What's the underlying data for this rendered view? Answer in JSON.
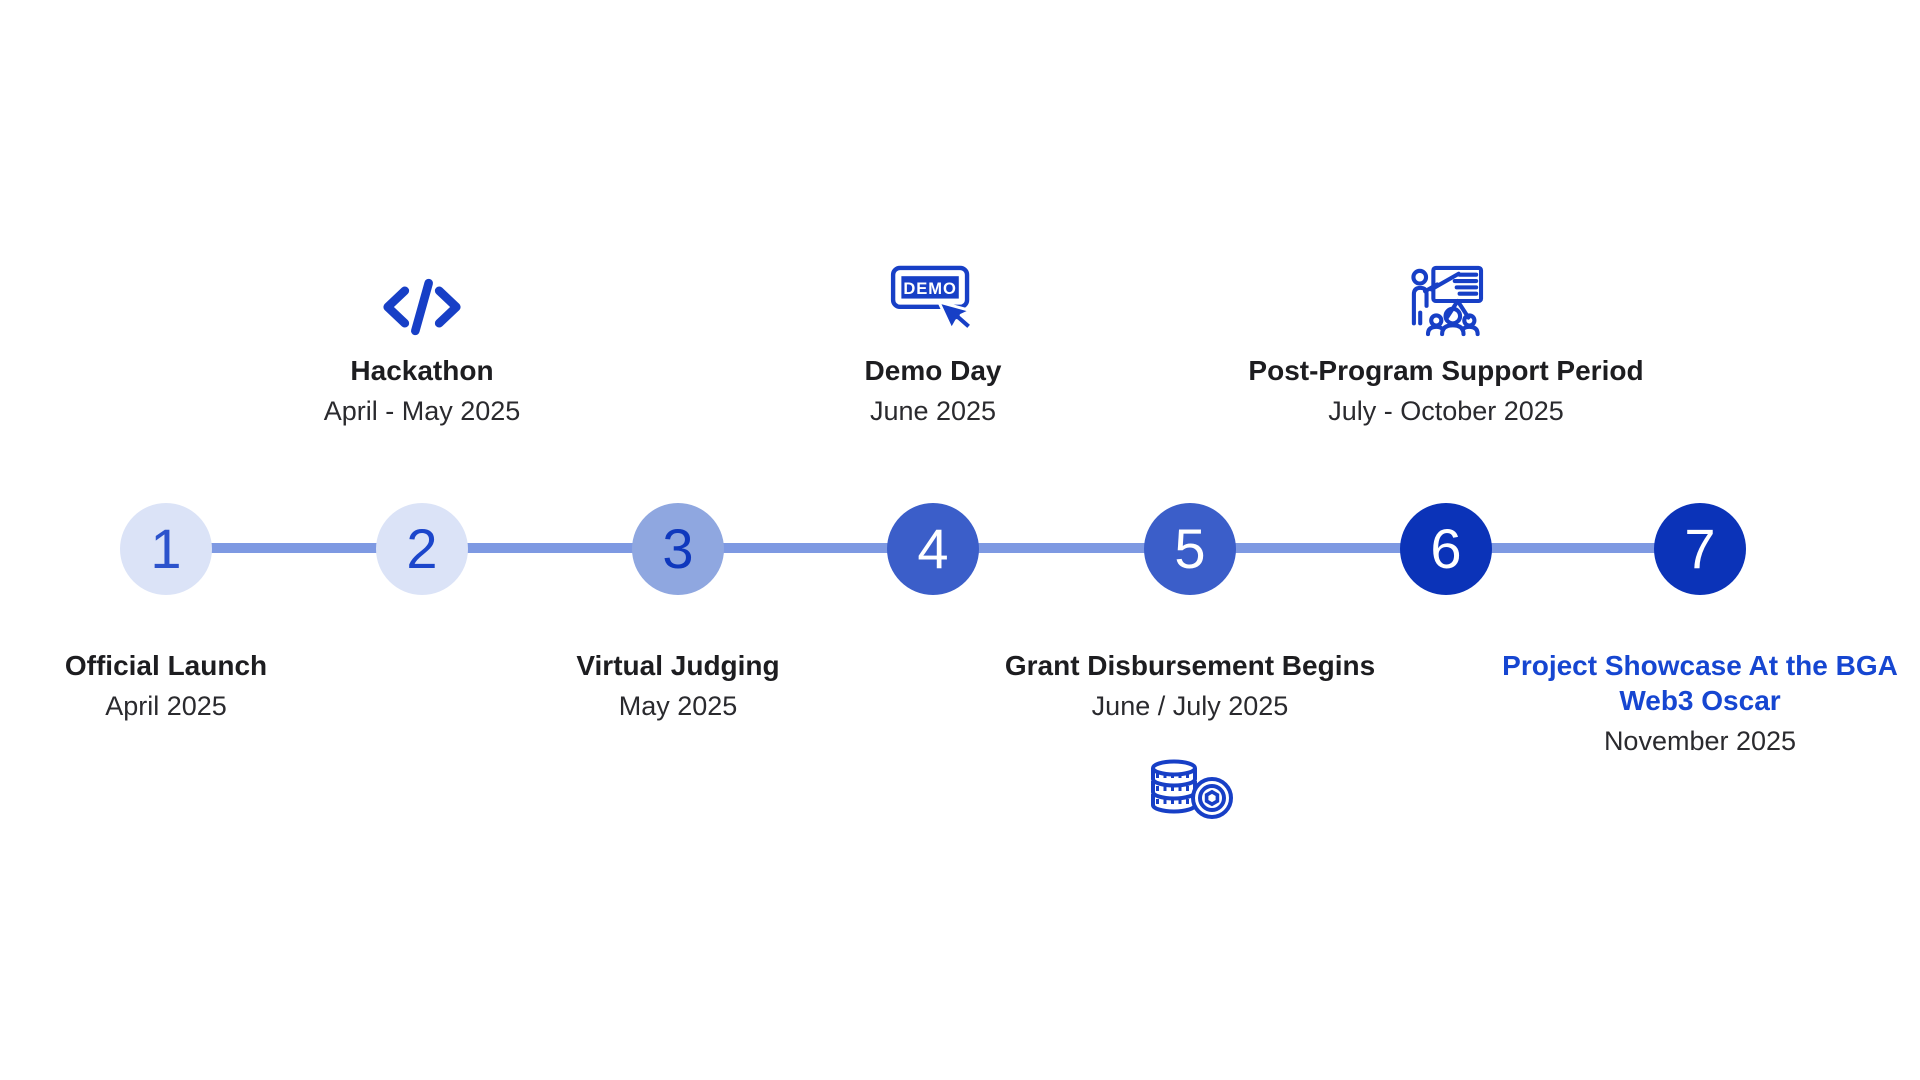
{
  "colors": {
    "accent_blue": "#173fc6",
    "line": "#7e99e2",
    "title_text": "#1d1d20",
    "date_text": "#2a2a2e",
    "highlight_text": "#1646d1",
    "background": "#ffffff"
  },
  "timeline": {
    "demo_sign_text": "DEMO",
    "steps": [
      {
        "number": "1",
        "position": "bottom",
        "title": "Official Launch",
        "date": "April 2025",
        "circle_color": "#dbe3f7",
        "number_color": "#2c53cc",
        "icon": "none"
      },
      {
        "number": "2",
        "position": "top",
        "title": "Hackathon",
        "date": "April - May 2025",
        "circle_color": "#dbe3f7",
        "number_color": "#1c46cb",
        "icon": "code-icon"
      },
      {
        "number": "3",
        "position": "bottom",
        "title": "Virtual Judging",
        "date": "May 2025",
        "circle_color": "#8fa7e0",
        "number_color": "#0f38bd",
        "icon": "none"
      },
      {
        "number": "4",
        "position": "top",
        "title": "Demo Day",
        "date": "June 2025",
        "circle_color": "#3b5ec9",
        "number_color": "#ffffff",
        "icon": "demo-sign-cursor-icon"
      },
      {
        "number": "5",
        "position": "bottom",
        "title": "Grant Disbursement Begins",
        "date": "June / July 2025",
        "circle_color": "#3b5ec9",
        "number_color": "#ffffff",
        "icon": "coins-icon"
      },
      {
        "number": "6",
        "position": "top",
        "title": "Post-Program Support Period",
        "date": "July - October 2025",
        "circle_color": "#0b33b8",
        "number_color": "#ffffff",
        "icon": "presentation-audience-icon"
      },
      {
        "number": "7",
        "position": "bottom",
        "title": "Project Showcase At the BGA Web3 Oscar",
        "date": "November 2025",
        "circle_color": "#0b33b8",
        "number_color": "#ffffff",
        "icon": "none",
        "highlighted": true
      }
    ]
  }
}
